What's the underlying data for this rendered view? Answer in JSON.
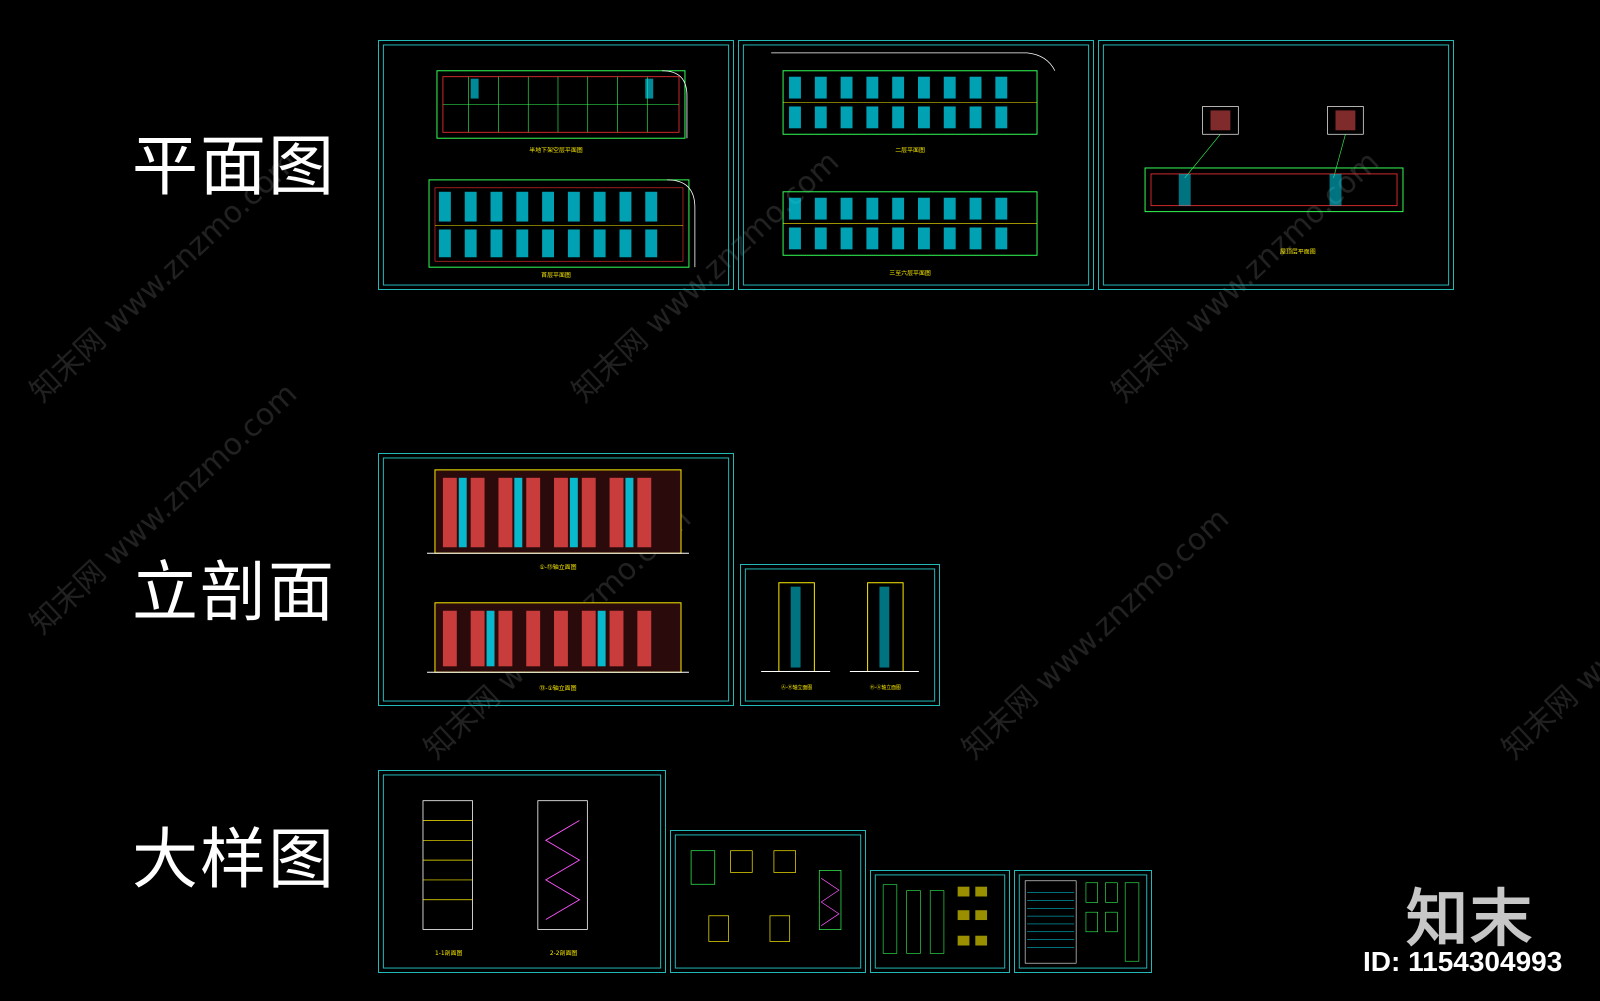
{
  "sections": [
    {
      "label": "平面图"
    },
    {
      "label": "立剖面"
    },
    {
      "label": "大样图"
    }
  ],
  "sheet_titles": {
    "plan_basement": "半地下架空层平面图",
    "plan_ground": "首层平面图",
    "plan_second": "二层平面图",
    "plan_third_sixth": "三至六层平面图",
    "plan_roof": "屋顶层平面图",
    "elev_front": "①-⑬轴立面图",
    "elev_back": "⑬-①轴立面图",
    "elev_side_left": "Ⓐ-Ⓗ轴立面图",
    "elev_side_right": "Ⓗ-Ⓐ轴立面图",
    "section_1": "1-1剖面图",
    "section_2": "2-2剖面图"
  },
  "watermark": {
    "text": "知末网 www.znzmo.com"
  },
  "brand": {
    "logo": "知末",
    "id": "ID: 1154304993"
  },
  "colors": {
    "frame": "#22b8b8",
    "line_cyan": "#00e5ff",
    "line_yellow": "#ffee00",
    "line_red": "#ff3333",
    "line_green": "#33ff55",
    "line_magenta": "#ff55ff"
  }
}
